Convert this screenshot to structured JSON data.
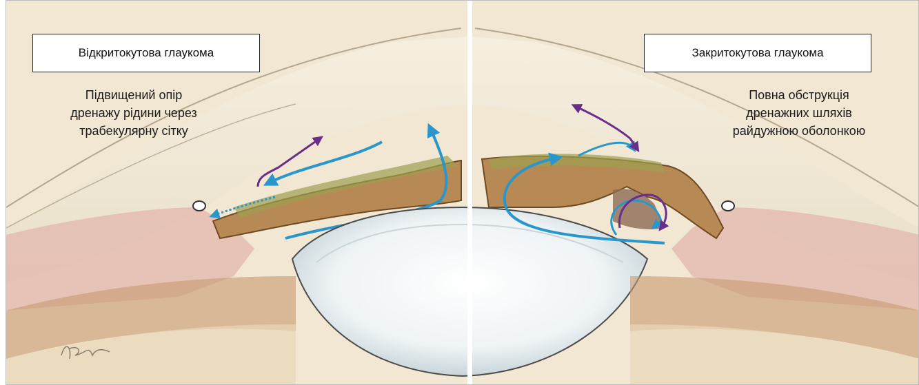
{
  "panels": {
    "left": {
      "title": "Відкритокутова глаукома",
      "caption": [
        "Підвищений опір",
        "дренажу рідини через",
        "трабекулярну сітку"
      ]
    },
    "right": {
      "title": "Закритокутова глаукома",
      "caption": [
        "Повна обструкція",
        "дренажних шляхів",
        "райдужною оболонкою"
      ]
    }
  },
  "colors": {
    "background": "#f2e7d2",
    "flow_arrow": "#2a97cc",
    "pressure_arrow": "#6a2e8a",
    "iris": "#b78a55",
    "lens": "#eef3f5",
    "tissue": "#c97a7a"
  }
}
